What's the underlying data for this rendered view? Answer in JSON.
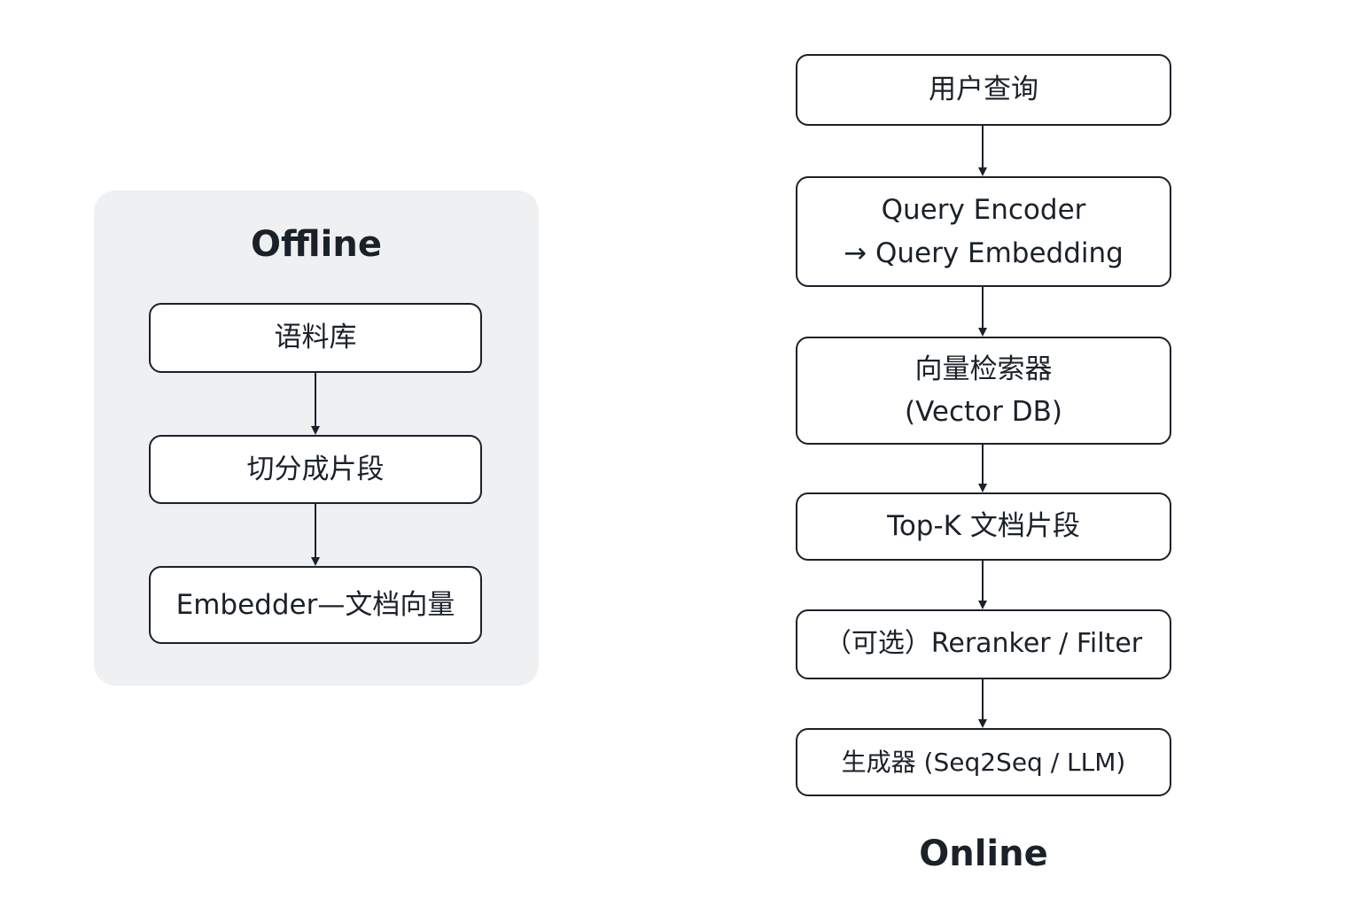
{
  "offline": {
    "title": "Offline",
    "steps": [
      "语料库",
      "切分成片段",
      "Embedder—文档向量"
    ]
  },
  "online": {
    "title": "Online",
    "steps": [
      {
        "line1": "用户查询"
      },
      {
        "line1": "Query Encoder",
        "line2": "→ Query Embedding"
      },
      {
        "line1": "向量检索器",
        "line2": "(Vector DB)"
      },
      {
        "line1": "Top-K 文档片段"
      },
      {
        "line1": "（可选）Reranker / Filter"
      },
      {
        "line1": "生成器 (Seq2Seq / LLM)"
      }
    ]
  },
  "colors": {
    "panel_bg": "#eff0f2",
    "stroke": "#1b2129",
    "box_fill": "#ffffff"
  }
}
